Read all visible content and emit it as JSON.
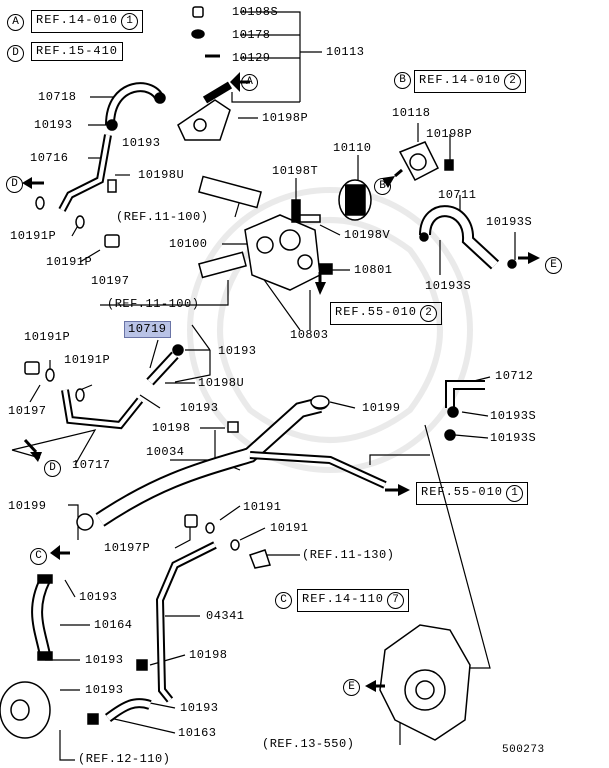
{
  "legend": {
    "a": {
      "letter": "A",
      "ref": "REF.14-010",
      "num": "1"
    },
    "d": {
      "letter": "D",
      "ref": "REF.15-410"
    },
    "b": {
      "letter": "B",
      "ref": "REF.14-010",
      "num": "2"
    },
    "c": {
      "letter": "C",
      "ref": "REF.14-110",
      "num": "7"
    }
  },
  "refs": {
    "ref_11_100_a": "(REF.11-100)",
    "ref_11_100_b": "(REF.11-100)",
    "ref_55_010_2": {
      "text": "REF.55-010",
      "num": "2"
    },
    "ref_55_010_1": {
      "text": "REF.55-010",
      "num": "1"
    },
    "ref_11_130": "(REF.11-130)",
    "ref_12_110": "(REF.12-110)",
    "ref_13_550": "(REF.13-550)"
  },
  "markers": {
    "A": "A",
    "B": "B",
    "C": "C",
    "D": "D",
    "E": "E"
  },
  "parts": {
    "p10198S": "10198S",
    "p10178": "10178",
    "p10129": "10129",
    "p10113": "10113",
    "p10718": "10718",
    "p10193_a": "10193",
    "p10193_b": "10193",
    "p10198P_a": "10198P",
    "p10716": "10716",
    "p10198U_a": "10198U",
    "p10191P_a": "10191P",
    "p10191P_b": "10191P",
    "p10197_a": "10197",
    "p10118": "10118",
    "p10198P_b": "10198P",
    "p10110": "10110",
    "p10198T": "10198T",
    "p10711": "10711",
    "p10193S_a": "10193S",
    "p10100": "10100",
    "p10198V": "10198V",
    "p10801": "10801",
    "p10193S_b": "10193S",
    "p10803": "10803",
    "p10719": "10719",
    "p10193_c": "10193",
    "p10198U_b": "10198U",
    "p10191P_c": "10191P",
    "p10191P_d": "10191P",
    "p10197_b": "10197",
    "p10193_d": "10193",
    "p10199_a": "10199",
    "p10712": "10712",
    "p10193S_c": "10193S",
    "p10193S_d": "10193S",
    "p10198_a": "10198",
    "p10717": "10717",
    "p10034": "10034",
    "p10199_b": "10199",
    "p10191_a": "10191",
    "p10191_b": "10191",
    "p10197P": "10197P",
    "p10193_e": "10193",
    "p10164": "10164",
    "p04341": "04341",
    "p10193_f": "10193",
    "p10198_b": "10198",
    "p10193_g": "10193",
    "p10193_h": "10193",
    "p10163": "10163"
  },
  "diagram_id": "500273"
}
